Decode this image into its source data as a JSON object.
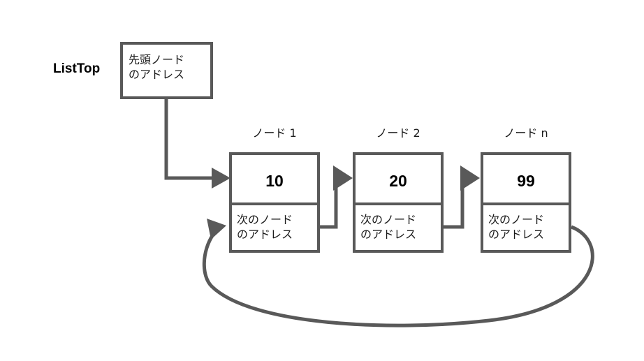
{
  "diagram": {
    "kind": "circular-singly-linked-list",
    "colors": {
      "background": "#ffffff",
      "border": "#595959",
      "line": "#595959",
      "text": "#1a1a1a",
      "value_text": "#000000"
    },
    "pointer_variable": {
      "name": "ListTop",
      "box_text_line1": "先頭ノード",
      "box_text_line2": "のアドレス"
    },
    "nodes": [
      {
        "label": "ノード 1",
        "value": "10",
        "next_text_line1": "次のノード",
        "next_text_line2": "のアドレス"
      },
      {
        "label": "ノード 2",
        "value": "20",
        "next_text_line1": "次のノード",
        "next_text_line2": "のアドレス"
      },
      {
        "label": "ノード n",
        "value": "99",
        "next_text_line1": "次のノード",
        "next_text_line2": "のアドレス"
      }
    ],
    "connectors": [
      {
        "name": "listtop-to-node1",
        "from": "ListTop",
        "to": "ノード 1"
      },
      {
        "name": "node1-to-node2",
        "from": "ノード 1",
        "to": "ノード 2"
      },
      {
        "name": "node2-to-noden",
        "from": "ノード 2",
        "to": "ノード n"
      },
      {
        "name": "noden-to-node1-loop",
        "from": "ノード n",
        "to": "ノード 1"
      }
    ]
  }
}
